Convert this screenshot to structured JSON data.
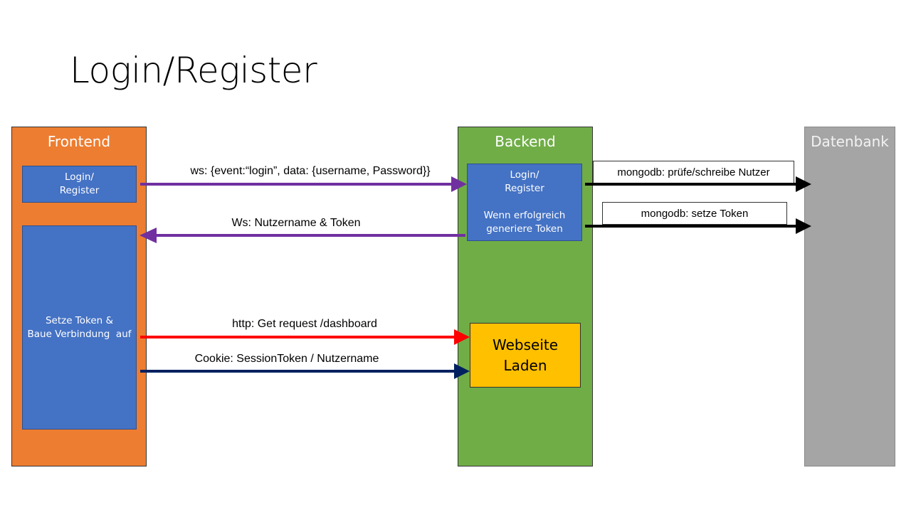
{
  "title": "Login/Register",
  "lanes": {
    "frontend": "Frontend",
    "backend": "Backend",
    "datenbank": "Datenbank"
  },
  "frontend": {
    "login_box": [
      "Login/",
      "Register"
    ],
    "token_box": [
      "Setze Token &",
      "Baue Verbindung  auf"
    ]
  },
  "backend": {
    "login_box": [
      "Login/",
      "Register",
      "Wenn erfolgreich",
      "generiere Token"
    ],
    "webseite_box": [
      "Webseite",
      "Laden"
    ]
  },
  "datenbank": {
    "call1": "mongodb: prüfe/schreibe Nutzer",
    "call2": "mongodb: setze Token"
  },
  "arrows": {
    "ws_login": "ws: {event:“login”, data: {username, Password}}",
    "ws_token": "Ws: Nutzername & Token",
    "http_get": "http: Get request /dashboard",
    "cookie": "Cookie: SessionToken / Nutzername"
  },
  "colors": {
    "frontend": "#ED7D31",
    "backend": "#70AD47",
    "datenbank": "#A5A5A5",
    "box_blue": "#4472C4",
    "webseite": "#FFC000",
    "arrow_ws": "#7030A0",
    "arrow_http": "#FF0000",
    "arrow_cookie": "#002060",
    "arrow_db": "#000000"
  }
}
